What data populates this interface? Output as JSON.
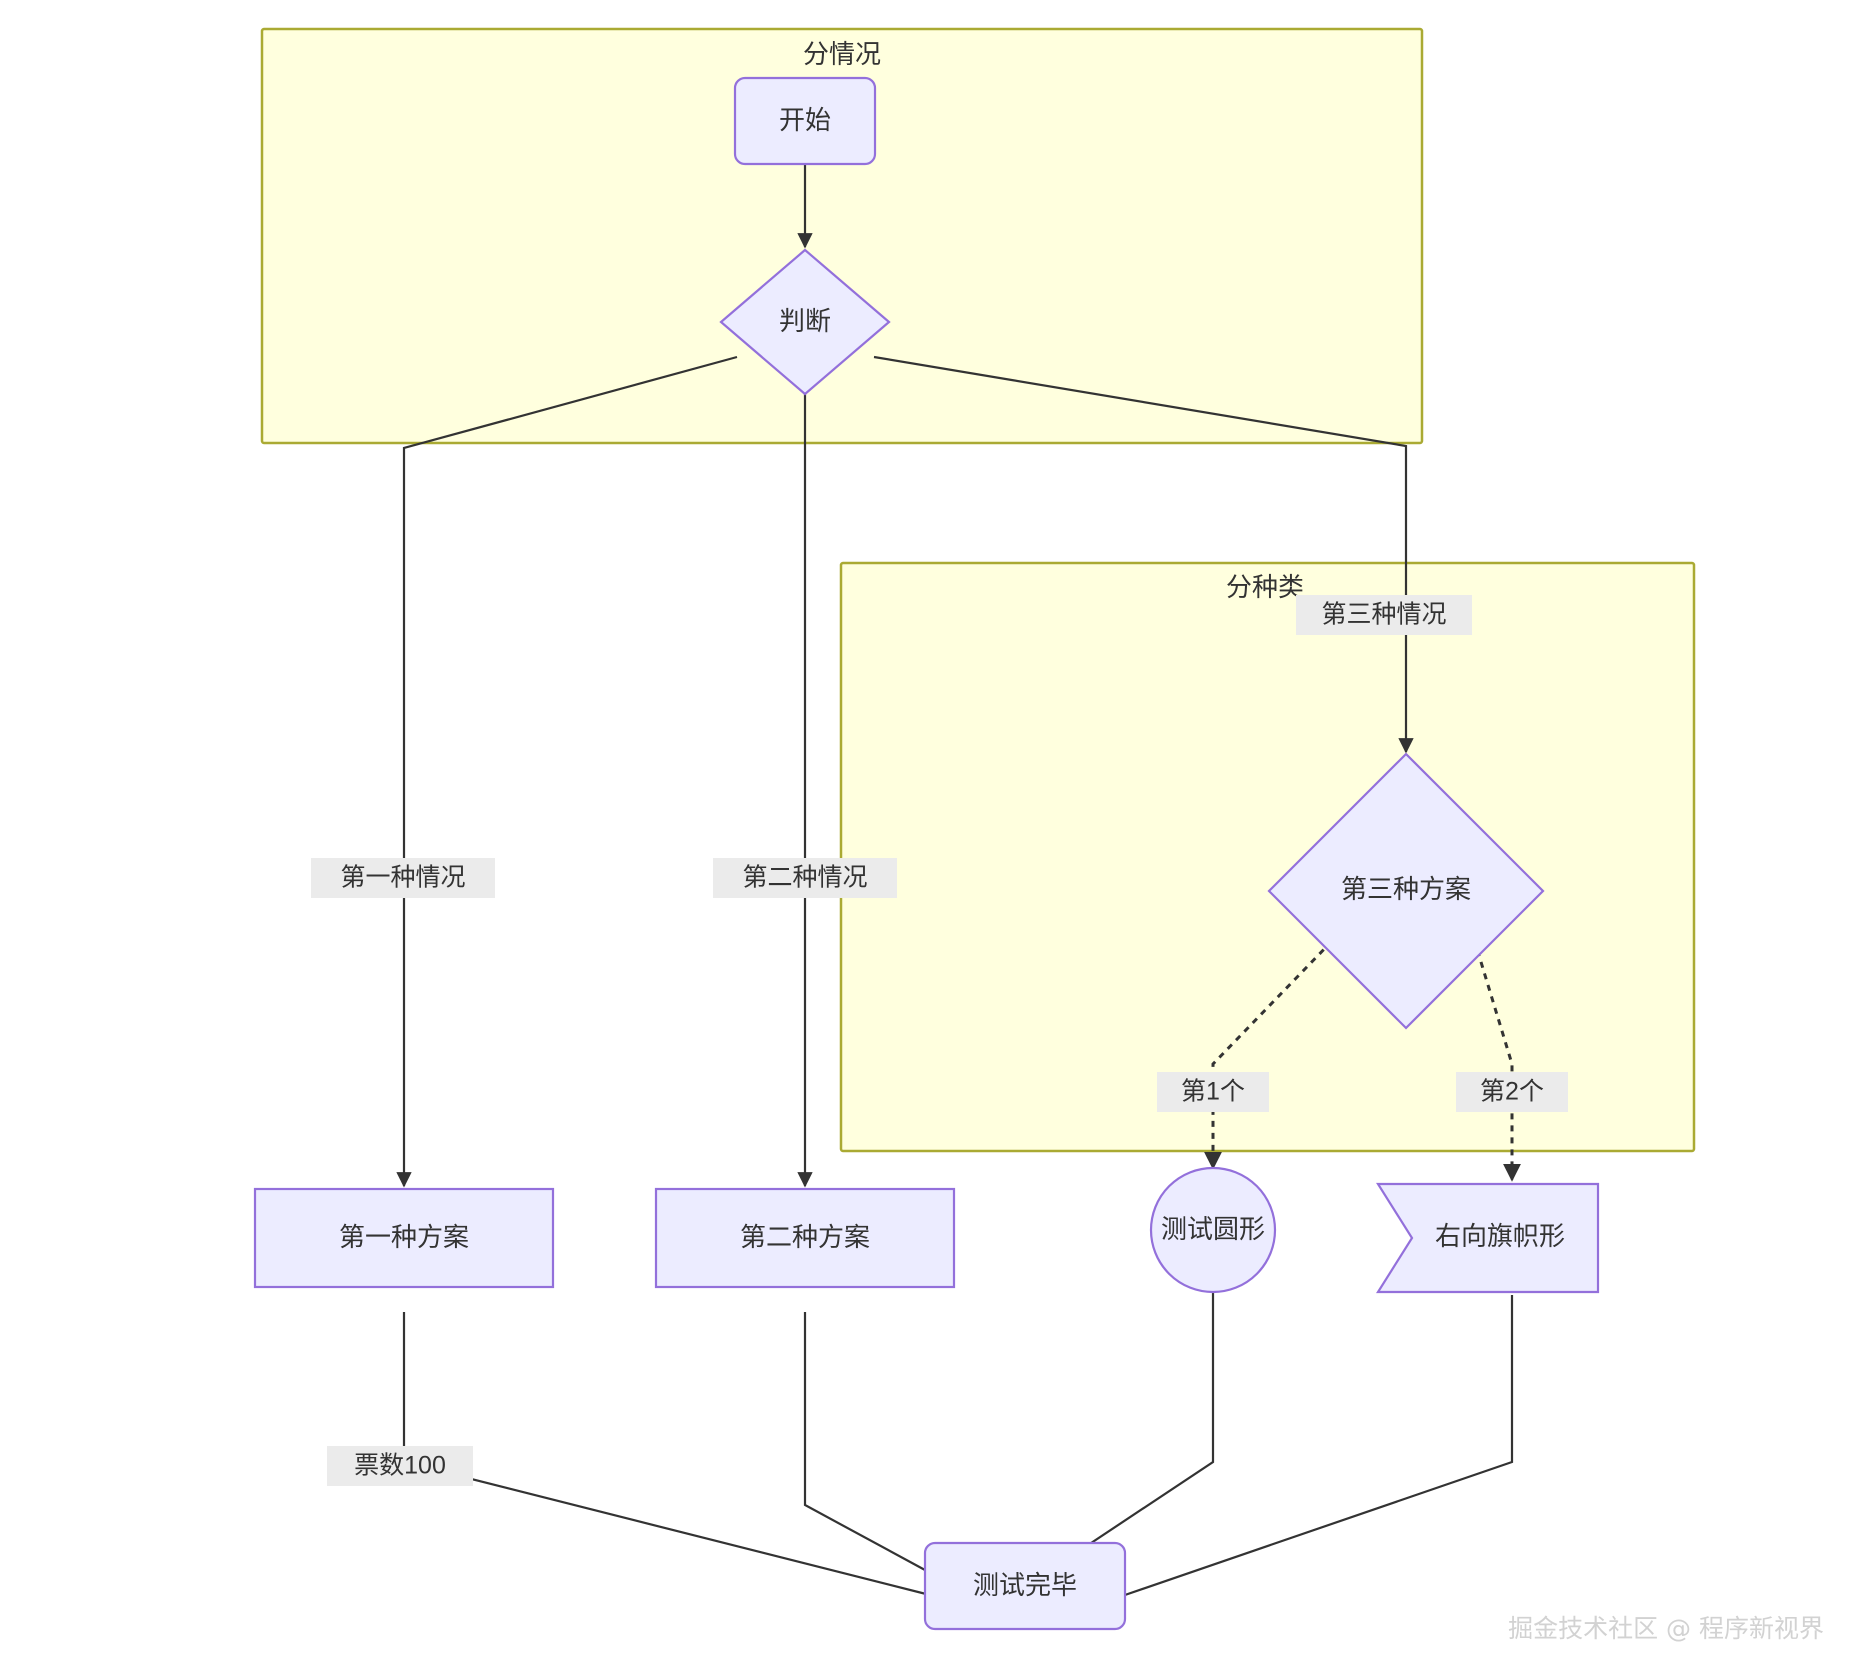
{
  "diagram": {
    "type": "flowchart",
    "direction": "top-down",
    "background": "#ffffff",
    "theme": {
      "node_fill": "#ececff",
      "node_stroke": "#9370db",
      "subgraph_fill": "#ffffde",
      "subgraph_stroke": "#aaaa33",
      "edge_stroke": "#333333",
      "edge_label_bg": "#ebebeb",
      "text_color": "#333333",
      "watermark_color": "#d2d2d2"
    },
    "subgraphs": [
      {
        "id": "sg1",
        "title": "分情况"
      },
      {
        "id": "sg2",
        "title": "分种类"
      }
    ],
    "nodes": [
      {
        "id": "start",
        "label": "开始",
        "shape": "rounded-rect",
        "subgraph": "sg1"
      },
      {
        "id": "judge",
        "label": "判断",
        "shape": "diamond",
        "subgraph": "sg1"
      },
      {
        "id": "plan1",
        "label": "第一种方案",
        "shape": "rect",
        "subgraph": null
      },
      {
        "id": "plan2",
        "label": "第二种方案",
        "shape": "rect",
        "subgraph": null
      },
      {
        "id": "plan3",
        "label": "第三种方案",
        "shape": "diamond",
        "subgraph": "sg2"
      },
      {
        "id": "circle",
        "label": "测试圆形",
        "shape": "circle",
        "subgraph": "sg2"
      },
      {
        "id": "flag",
        "label": "右向旗帜形",
        "shape": "flag-right",
        "subgraph": "sg2"
      },
      {
        "id": "done",
        "label": "测试完毕",
        "shape": "rounded-rect",
        "subgraph": null
      }
    ],
    "edges": [
      {
        "from": "start",
        "to": "judge",
        "label": "",
        "style": "solid",
        "arrow": true
      },
      {
        "from": "judge",
        "to": "plan1",
        "label": "第一种情况",
        "style": "solid",
        "arrow": true
      },
      {
        "from": "judge",
        "to": "plan2",
        "label": "第二种情况",
        "style": "solid",
        "arrow": true
      },
      {
        "from": "judge",
        "to": "plan3",
        "label": "第三种情况",
        "style": "solid",
        "arrow": true
      },
      {
        "from": "plan3",
        "to": "circle",
        "label": "第1个",
        "style": "dotted",
        "arrow": true
      },
      {
        "from": "plan3",
        "to": "flag",
        "label": "第2个",
        "style": "dotted",
        "arrow": true
      },
      {
        "from": "plan1",
        "to": "done",
        "label": "票数100",
        "style": "solid",
        "arrow": false
      },
      {
        "from": "plan2",
        "to": "done",
        "label": "",
        "style": "solid",
        "arrow": false
      },
      {
        "from": "circle",
        "to": "done",
        "label": "",
        "style": "solid",
        "arrow": false
      },
      {
        "from": "flag",
        "to": "done",
        "label": "",
        "style": "solid",
        "arrow": false
      }
    ],
    "watermark": "掘金技术社区 @ 程序新视界"
  }
}
